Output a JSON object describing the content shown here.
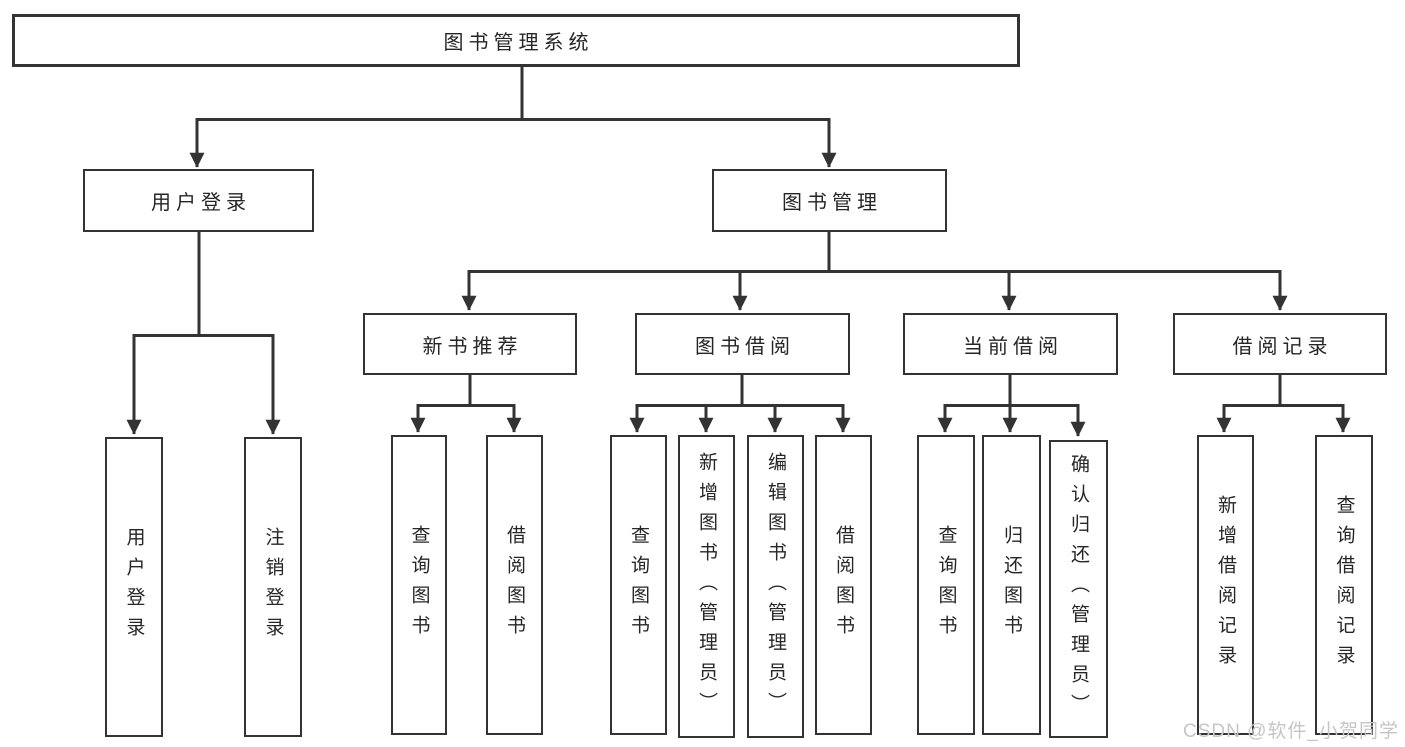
{
  "diagram_title": "图书管理系统",
  "nodes": {
    "root": "图书管理系统",
    "user_login": "用户登录",
    "book_management": "图书管理",
    "user_login_leaf": "用户登录",
    "logout_leaf": "注销登录",
    "new_book_recommendation": "新书推荐",
    "book_borrowing": "图书借阅",
    "current_borrowing": "当前借阅",
    "borrowing_records": "借阅记录",
    "recommend_query_books": "查询图书",
    "recommend_borrow_books": "借阅图书",
    "borrow_query_books": "查询图书",
    "borrow_add_books_admin": "新增图书（管理员）",
    "borrow_edit_books_admin": "编辑图书（管理员）",
    "borrow_borrow_books": "借阅图书",
    "current_query_books": "查询图书",
    "current_return_books": "归还图书",
    "current_confirm_return_admin": "确认归还（管理员）",
    "record_add_borrow_record": "新增借阅记录",
    "record_query_borrow_record": "查询借阅记录"
  },
  "watermark": "CSDN @软件_小贺同学",
  "colors": {
    "line": "#333333",
    "text": "#262626",
    "background": "#ffffff",
    "watermark": "#c6c6c6"
  }
}
